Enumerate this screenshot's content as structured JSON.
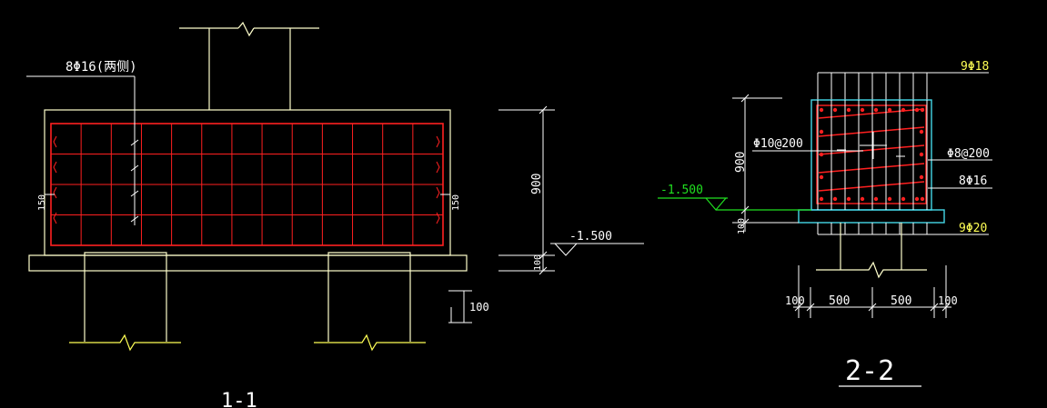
{
  "colors": {
    "background": "#000000",
    "outline": "#ffffcc",
    "rebar": "#ff2020",
    "white": "#ffffff",
    "cyan": "#44d8e8",
    "green": "#20e020",
    "yellow": "#ffff55"
  },
  "section_1_1": {
    "title": "1-1",
    "rebar_label": "8Φ16(两侧)",
    "side_cover_left": "150",
    "side_cover_right": "150",
    "dim_height": "900",
    "dim_bottom": "100",
    "dim_side": "100",
    "elevation": "-1.500"
  },
  "section_2_2": {
    "title": "2-2",
    "top_bars": "9Φ18",
    "stirrup_outer": "Φ10@200",
    "stirrup_inner": "Φ8@200",
    "side_bars": "8Φ16",
    "bottom_bars": "9Φ20",
    "elevation": "-1.500",
    "dim_height": "900",
    "dim_bottom": "100",
    "dim_widths": [
      "100",
      "500",
      "500",
      "100"
    ]
  }
}
